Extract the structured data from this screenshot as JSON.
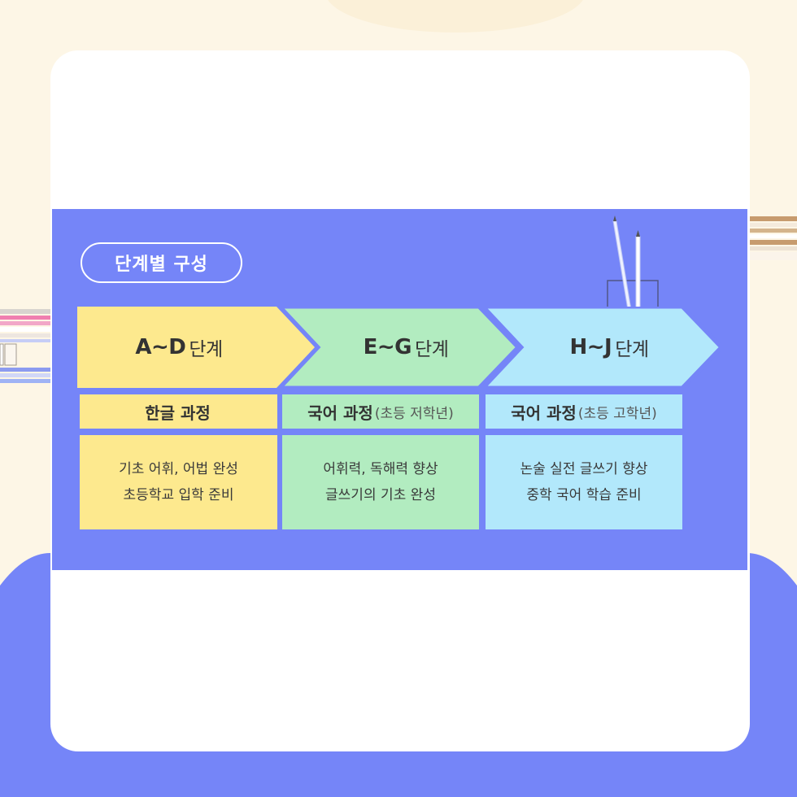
{
  "banner": {
    "title": "단계별 구성",
    "stages": [
      {
        "range": "A~D",
        "suffix": "단계",
        "course": "한글 과정",
        "course_detail": "",
        "lines": [
          "기초 어휘, 어법 완성",
          "초등학교 입학 준비"
        ],
        "color": "#fde98e"
      },
      {
        "range": "E~G",
        "suffix": "단계",
        "course": "국어 과정",
        "course_detail": "(초등 저학년)",
        "lines": [
          "어휘력, 독해력 향상",
          "글쓰기의 기초 완성"
        ],
        "color": "#b2ecc0"
      },
      {
        "range": "H~J",
        "suffix": "단계",
        "course": "국어 과정",
        "course_detail": "(초등 고학년)",
        "lines": [
          "논술 실전 글쓰기 향상",
          "중학 국어 학습 준비"
        ],
        "color": "#b2e8fb"
      }
    ]
  },
  "colors": {
    "background": "#fdf6e6",
    "banner": "#7585f8",
    "card": "#ffffff"
  },
  "icons": [
    "pencil-cup-icon"
  ]
}
